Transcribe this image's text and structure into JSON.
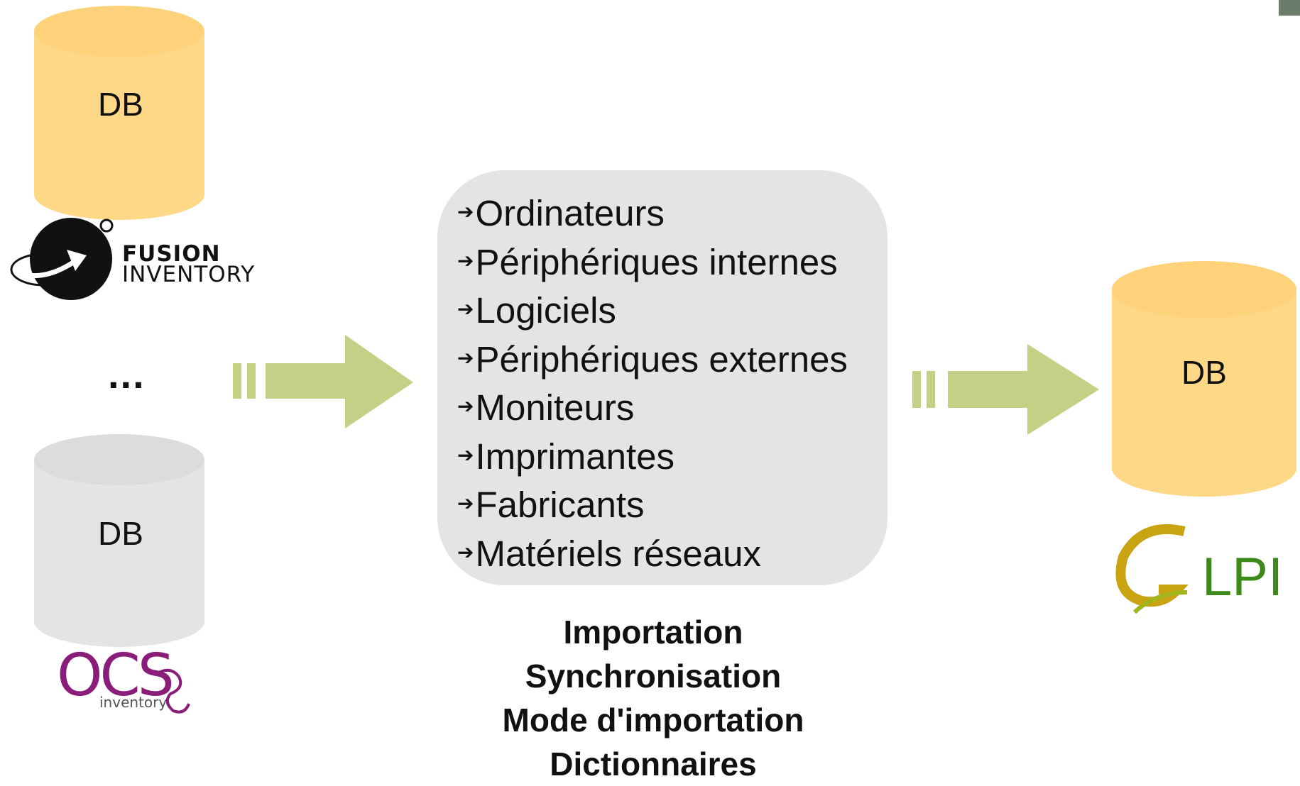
{
  "sources": {
    "top_db": {
      "label": "DB",
      "color": "#fed887",
      "logo_line1": "FUSION",
      "logo_line2": "INVENTORY"
    },
    "ellipsis": "...",
    "bottom_db": {
      "label": "DB",
      "color": "#e4e4e4",
      "logo_word": "OCS",
      "logo_sub": "inventory"
    }
  },
  "center": {
    "items": [
      "Ordinateurs",
      "Périphériques internes",
      "Logiciels",
      "Périphériques externes",
      "Moniteurs",
      "Imprimantes",
      "Fabricants",
      "Matériels réseaux"
    ],
    "operations": [
      "Importation",
      "Synchronisation",
      "Mode d'importation",
      "Dictionnaires"
    ]
  },
  "target": {
    "label": "DB",
    "color": "#fed887",
    "logo_text": "LPI"
  },
  "colors": {
    "arrow": "#c3d085",
    "panel": "#e4e4e4",
    "ocs": "#8a1c7a",
    "glpi_green": "#3d8a1a",
    "glpi_gold": "#c8a312"
  }
}
